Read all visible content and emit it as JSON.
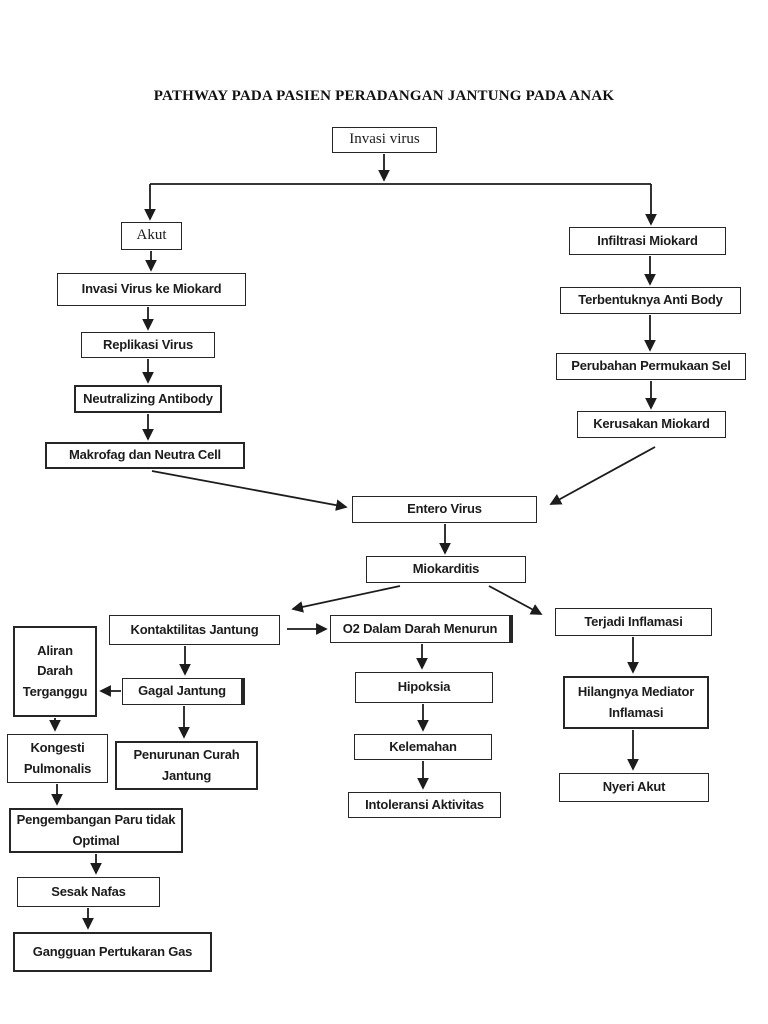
{
  "title": "PATHWAY PADA PASIEN PERADANGAN JANTUNG PADA ANAK",
  "colors": {
    "background": "#ffffff",
    "line": "#1c1c1c",
    "box_border": "#262626",
    "text": "#1c1c1c"
  },
  "diagram": {
    "type": "flowchart",
    "nodes": {
      "invasi_virus": "Invasi virus",
      "akut": "Akut",
      "invasi_virus_ke_miokard": "Invasi Virus ke Miokard",
      "replikasi_virus": "Replikasi Virus",
      "neutralizing_antibody": "Neutralizing Antibody",
      "makrofag_dan_neutra_cell": "Makrofag dan Neutra Cell",
      "infiltrasi_miokard": "Infiltrasi Miokard",
      "terbentuknya_anti_body": "Terbentuknya Anti Body",
      "perubahan_permukaan_sel": "Perubahan Permukaan Sel",
      "kerusakan_miokard": "Kerusakan Miokard",
      "entero_virus": "Entero Virus",
      "miokarditis": "Miokarditis",
      "kontaktilitas_jantung": "Kontaktilitas Jantung",
      "o2_dalam_darah_menurun": "O2 Dalam Darah Menurun",
      "terjadi_inflamasi": "Terjadi Inflamasi",
      "aliran_darah_terganggu": "Aliran Darah Terganggu",
      "gagal_jantung": "Gagal Jantung",
      "penurunan_curah_jantung": "Penurunan Curah Jantung",
      "kongesti_pulmonalis": "Kongesti Pulmonalis",
      "pengembangan_paru_tidak_optimal": "Pengembangan Paru tidak Optimal",
      "sesak_nafas": "Sesak Nafas",
      "gangguan_pertukaran_gas": "Gangguan Pertukaran Gas",
      "hipoksia": "Hipoksia",
      "kelemahan": "Kelemahan",
      "intoleransi_aktivitas": "Intoleransi Aktivitas",
      "hilangnya_mediator_inflamasi": "Hilangnya Mediator Inflamasi",
      "nyeri_akut": "Nyeri Akut"
    },
    "edges": [
      {
        "from": "invasi_virus",
        "to": "akut"
      },
      {
        "from": "invasi_virus",
        "to": "infiltrasi_miokard"
      },
      {
        "from": "akut",
        "to": "invasi_virus_ke_miokard"
      },
      {
        "from": "invasi_virus_ke_miokard",
        "to": "replikasi_virus"
      },
      {
        "from": "replikasi_virus",
        "to": "neutralizing_antibody"
      },
      {
        "from": "neutralizing_antibody",
        "to": "makrofag_dan_neutra_cell"
      },
      {
        "from": "infiltrasi_miokard",
        "to": "terbentuknya_anti_body"
      },
      {
        "from": "terbentuknya_anti_body",
        "to": "perubahan_permukaan_sel"
      },
      {
        "from": "perubahan_permukaan_sel",
        "to": "kerusakan_miokard"
      },
      {
        "from": "makrofag_dan_neutra_cell",
        "to": "entero_virus"
      },
      {
        "from": "kerusakan_miokard",
        "to": "entero_virus"
      },
      {
        "from": "entero_virus",
        "to": "miokarditis"
      },
      {
        "from": "miokarditis",
        "to": "kontaktilitas_jantung"
      },
      {
        "from": "miokarditis",
        "to": "terjadi_inflamasi"
      },
      {
        "from": "kontaktilitas_jantung",
        "to": "o2_dalam_darah_menurun"
      },
      {
        "from": "kontaktilitas_jantung",
        "to": "gagal_jantung"
      },
      {
        "from": "gagal_jantung",
        "to": "aliran_darah_terganggu"
      },
      {
        "from": "gagal_jantung",
        "to": "penurunan_curah_jantung"
      },
      {
        "from": "aliran_darah_terganggu",
        "to": "kongesti_pulmonalis"
      },
      {
        "from": "kongesti_pulmonalis",
        "to": "pengembangan_paru_tidak_optimal"
      },
      {
        "from": "pengembangan_paru_tidak_optimal",
        "to": "sesak_nafas"
      },
      {
        "from": "sesak_nafas",
        "to": "gangguan_pertukaran_gas"
      },
      {
        "from": "o2_dalam_darah_menurun",
        "to": "hipoksia"
      },
      {
        "from": "hipoksia",
        "to": "kelemahan"
      },
      {
        "from": "kelemahan",
        "to": "intoleransi_aktivitas"
      },
      {
        "from": "terjadi_inflamasi",
        "to": "hilangnya_mediator_inflamasi"
      },
      {
        "from": "hilangnya_mediator_inflamasi",
        "to": "nyeri_akut"
      }
    ]
  }
}
